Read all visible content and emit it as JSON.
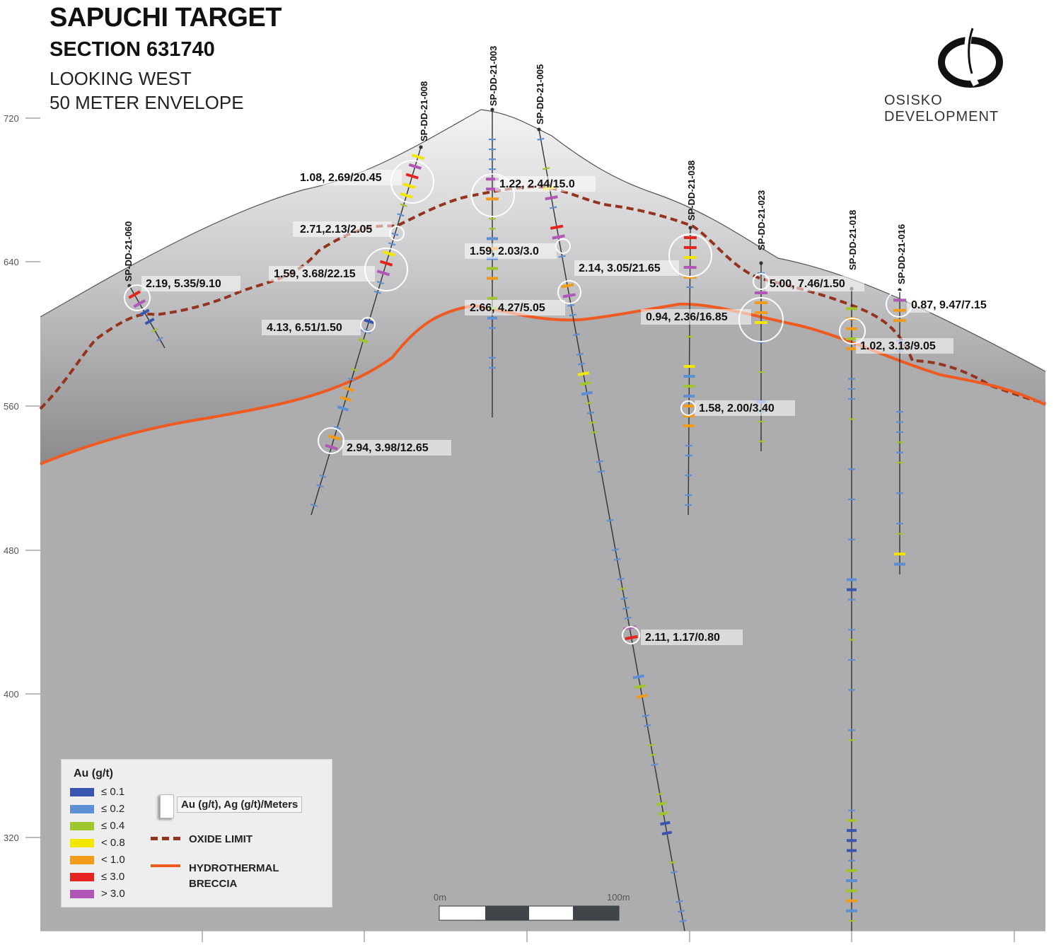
{
  "header": {
    "title": "SAPUCHI TARGET",
    "section": "SECTION 631740",
    "view": "LOOKING WEST",
    "envelope": "50 METER ENVELOPE"
  },
  "brand": {
    "name": "OSISKO DEVELOPMENT",
    "logo": "osisko-logo-icon"
  },
  "axis": {
    "elevation_ticks": [
      "720",
      "640",
      "560",
      "480",
      "400",
      "320"
    ]
  },
  "colors": {
    "bin_0_1": "#3a55b0",
    "bin_0_2": "#5c8fd4",
    "bin_0_4": "#9fc62d",
    "bin_0_8": "#f2e600",
    "bin_1_0": "#f29a1a",
    "bin_3_0": "#e5241f",
    "bin_gt3": "#b057b8",
    "oxide": "#94331e",
    "breccia": "#ee5a1f"
  },
  "holes": [
    "SP-DD-21-060",
    "SP-DD-21-008",
    "SP-DD-21-003",
    "SP-DD-21-005",
    "SP-DD-21-038",
    "SP-DD-21-023",
    "SP-DD-21-018",
    "SP-DD-21-016"
  ],
  "intercepts": [
    "2.19, 5.35/9.10",
    "1.08, 2.69/20.45",
    "2.71,2.13/2.05",
    "1.59, 3.68/22.15",
    "4.13, 6.51/1.50",
    "2.94, 3.98/12.65",
    "1.22, 2.44/15.0",
    "1.59, 2.03/3.0",
    "2.66, 4.27/5.05",
    "2.11, 1.17/0.80",
    "2.14, 3.05/21.65",
    "0.94, 2.36/16.85",
    "1.58, 2.00/3.40",
    "5.00, 7.46/1.50",
    "1.02, 3.13/9.05",
    "0.87, 9.47/7.15"
  ],
  "legend": {
    "title": "Au (g/t)",
    "bins": [
      "≤ 0.1",
      "≤ 0.2",
      "≤ 0.4",
      "< 0.8",
      "< 1.0",
      "≤ 3.0",
      "> 3.0"
    ],
    "intercept_key": "Au (g/t), Ag (g/t)/Meters",
    "oxide": "OXIDE LIMIT",
    "breccia_1": "HYDROTHERMAL",
    "breccia_2": "BRECCIA"
  },
  "scale_bar": {
    "start": "0m",
    "end": "100m"
  }
}
